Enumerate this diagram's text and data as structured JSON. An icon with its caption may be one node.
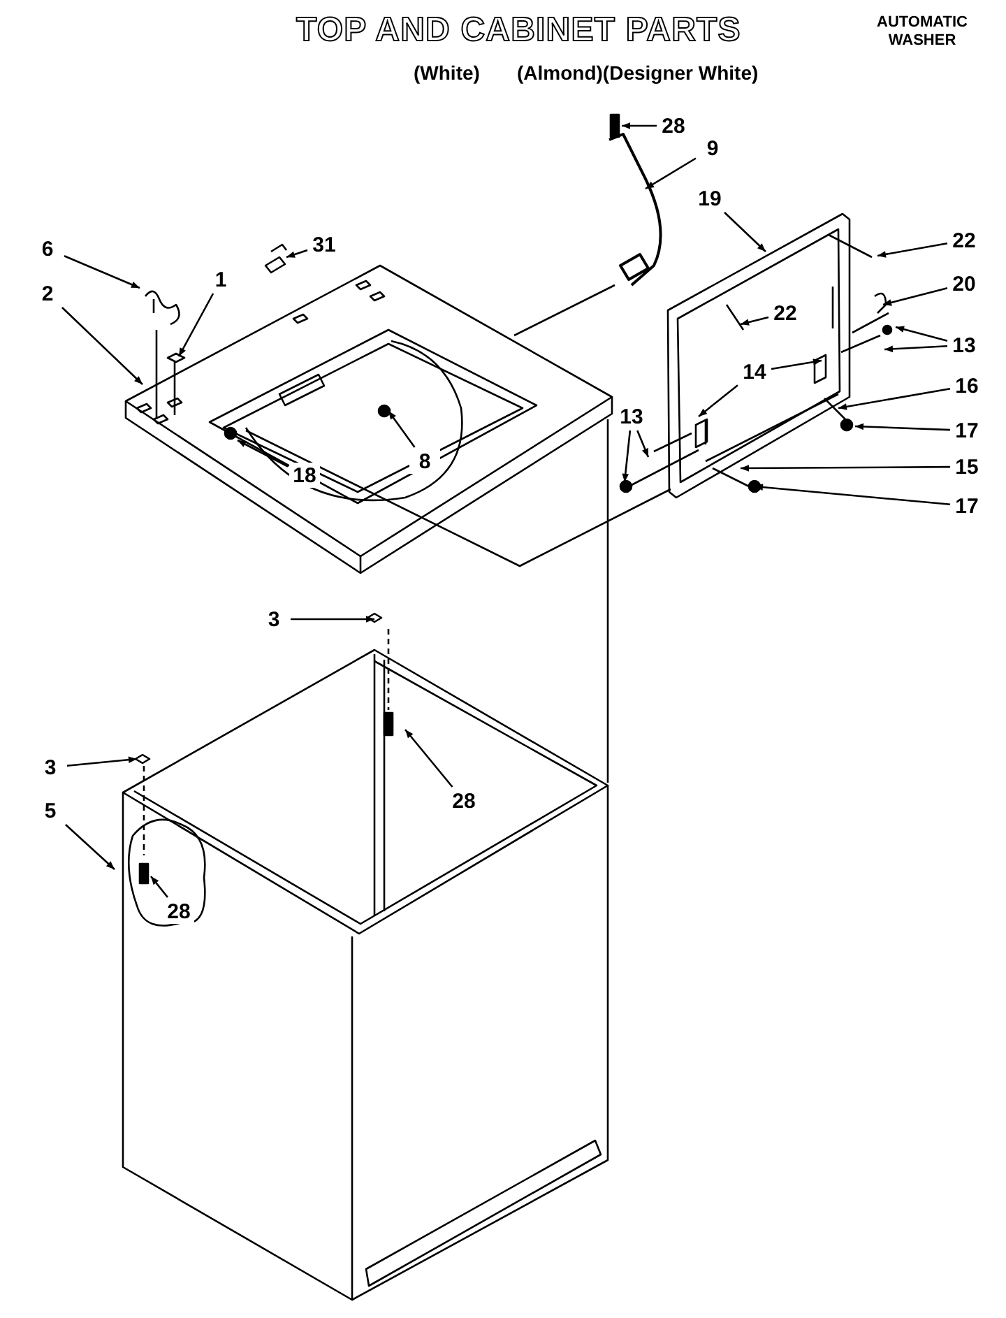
{
  "diagram": {
    "title": "TOP AND CABINET PARTS",
    "nodes": [
      {
        "text": [
          "28"
        ]
      },
      {
        "text": [
          "9"
        ]
      },
      {
        "text": [
          "6"
        ]
      },
      {
        "text": [
          "31"
        ]
      },
      {
        "text": [
          "1"
        ]
      },
      {
        "text": [
          "2"
        ]
      },
      {
        "text": [
          "19"
        ]
      },
      {
        "text": [
          "22"
        ]
      },
      {
        "text": [
          "20"
        ]
      },
      {
        "text": [
          "22"
        ]
      },
      {
        "text": [
          "13"
        ]
      },
      {
        "text": [
          "14"
        ]
      },
      {
        "text": [
          "13"
        ]
      },
      {
        "text": [
          "16"
        ]
      },
      {
        "text": [
          "17"
        ]
      },
      {
        "text": [
          "15"
        ]
      },
      {
        "text": [
          "17"
        ]
      },
      {
        "text": [
          "18"
        ]
      },
      {
        "text": [
          "8"
        ]
      },
      {
        "text": [
          "3"
        ]
      },
      {
        "text": [
          "28"
        ]
      },
      {
        "text": [
          "3"
        ]
      },
      {
        "text": [
          "5"
        ]
      },
      {
        "text": [
          "28"
        ]
      }
    ],
    "edges": [
      {
        "from": 0,
        "to": null,
        "arrow": "to"
      },
      {
        "from": 1,
        "to": null,
        "arrow": "to"
      },
      {
        "from": 2,
        "to": null,
        "arrow": "to"
      },
      {
        "from": 3,
        "to": null,
        "arrow": "to"
      },
      {
        "from": 4,
        "to": null,
        "arrow": "to"
      },
      {
        "from": 5,
        "to": null,
        "arrow": "to"
      },
      {
        "from": 6,
        "to": null,
        "arrow": "to"
      },
      {
        "from": 7,
        "to": null,
        "arrow": "to"
      },
      {
        "from": 8,
        "to": null,
        "arrow": "to"
      },
      {
        "from": 9,
        "to": null,
        "arrow": "to"
      },
      {
        "from": 10,
        "to": null,
        "arrow": "to"
      },
      {
        "from": 10,
        "to": null,
        "arrow": "to"
      },
      {
        "from": 11,
        "to": null,
        "arrow": "to"
      },
      {
        "from": 11,
        "to": null,
        "arrow": "to"
      },
      {
        "from": 12,
        "to": null,
        "arrow": "to"
      },
      {
        "from": 12,
        "to": null,
        "arrow": "to"
      },
      {
        "from": 13,
        "to": null,
        "arrow": "to"
      },
      {
        "from": 14,
        "to": null,
        "arrow": "to"
      },
      {
        "from": 15,
        "to": null,
        "arrow": "to"
      },
      {
        "from": 16,
        "to": null,
        "arrow": "to"
      },
      {
        "from": 17,
        "to": null,
        "arrow": "to"
      },
      {
        "from": 18,
        "to": null,
        "arrow": "to"
      },
      {
        "from": 19,
        "to": null,
        "arrow": "to"
      },
      {
        "from": 20,
        "to": null,
        "arrow": "to"
      },
      {
        "from": 21,
        "to": null,
        "arrow": "to"
      },
      {
        "from": 22,
        "to": null,
        "arrow": "to"
      },
      {
        "from": 23,
        "to": null,
        "arrow": "to"
      }
    ],
    "labels": [
      "AUTOMATIC WASHER",
      "(White)",
      "(Almond)(Designer White)"
    ]
  }
}
